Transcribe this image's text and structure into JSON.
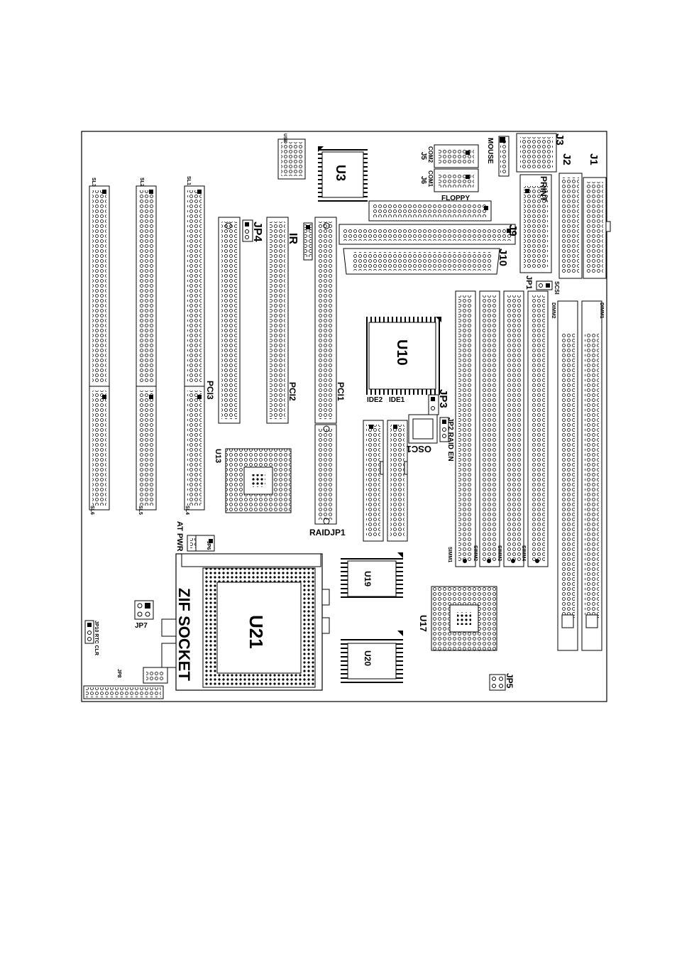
{
  "labels": {
    "j1": "J1",
    "j2": "J2",
    "j3": "J3",
    "mouse": "MOUSE",
    "com2": "COM2",
    "com1": "COM1",
    "j5": "J5",
    "j6": "J6",
    "floppy": "FLOPPY",
    "print": "PRINT",
    "j9": "J9",
    "j10": "J10",
    "jp1": "JP1",
    "scsi": "SCSI",
    "dimm1": "DIMM1",
    "dimm2": "DIMM2",
    "u3": "U3",
    "u10": "U10",
    "ir": "IR",
    "jp4": "JP4",
    "sl1": "SL1",
    "sl2": "SL2",
    "sl3": "SL3",
    "sl4": "SL4",
    "sl5": "SL5",
    "sl6": "SL6",
    "pci1": "PCI1",
    "pci2": "PCI2",
    "pci3": "PCI3",
    "ide1": "IDE1",
    "ide2": "IDE2",
    "jp3": "JP3",
    "jp2": "JP2 RAID EN",
    "osc1": "OSC1",
    "u13": "U13",
    "raidjp1": "RAIDJP1",
    "simm1": "SIMM1",
    "simm2": "SIMM2",
    "simm3": "SIMM3",
    "simm4": "SIMM4",
    "at_pwr": "AT PWR",
    "jp6": "JP6",
    "zif_socket": "ZIF SOCKET",
    "u21": "U21",
    "u19": "U19",
    "u20": "U20",
    "u17": "U17",
    "jp7": "JP7",
    "jp10": "JP10 RTC CLR",
    "jp8": "JP8",
    "jp5": "JP5",
    "usb": "USB"
  }
}
